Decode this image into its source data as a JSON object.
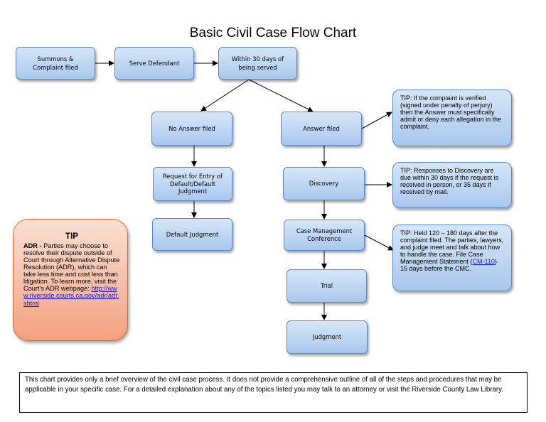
{
  "title": "Basic Civil Case Flow Chart",
  "nodes": {
    "summons": "Summons & Complaint filed",
    "serve": "Serve Defendant",
    "within30": "Within 30 days of being served",
    "no_answer": "No Answer filed",
    "answer": "Answer filed",
    "request_entry": "Request for Entry of Default/Default Judgment",
    "default_judgment": "Default Judgment",
    "discovery": "Discovery",
    "cmc": "Case Management Conference",
    "trial": "Trial",
    "judgment": "Judgment"
  },
  "tips": {
    "answer": "TIP:  If the complaint is verified (signed under penalty of perjury) then the Answer must specifically admit or deny each allegation in the complaint.",
    "discovery": "TIP: Responses to Discovery are due within 30 days if the request is received in person, or 35 days if received by mail.",
    "cmc_before": "TIP: Held 120 – 180 days after the complaint filed.  The parties, lawyers, and judge meet and talk about how to handle the case. File Case Management Statement (",
    "cmc_link": "CM-110",
    "cmc_after": ") 15 days before the CMC."
  },
  "adr_tip": {
    "heading": "TIP",
    "lead": "ADR -",
    "body": " Parties may choose to resolve their dispute outside of Court through Alternative Dispute Resolution (ADR), which can take less time and cost less than litigation. To learn more, visit the Court’s ADR webpage:",
    "link": "http://www.riverside.courts.ca.gov/adr/adr.shtml"
  },
  "disclaimer": "This chart provides only a brief overview of the civil case process.  It does not provide a comprehensive outline of all of the steps and procedures that may be applicable in your specific case.  For a detailed explanation about any of the topics listed you may talk to an attorney or visit the Riverside County Law Library.",
  "colors": {
    "node_fill": "#b9d3f2",
    "node_border": "#5b86c8",
    "adr_fill": "#f4a07e",
    "link": "#1a1ad0"
  }
}
